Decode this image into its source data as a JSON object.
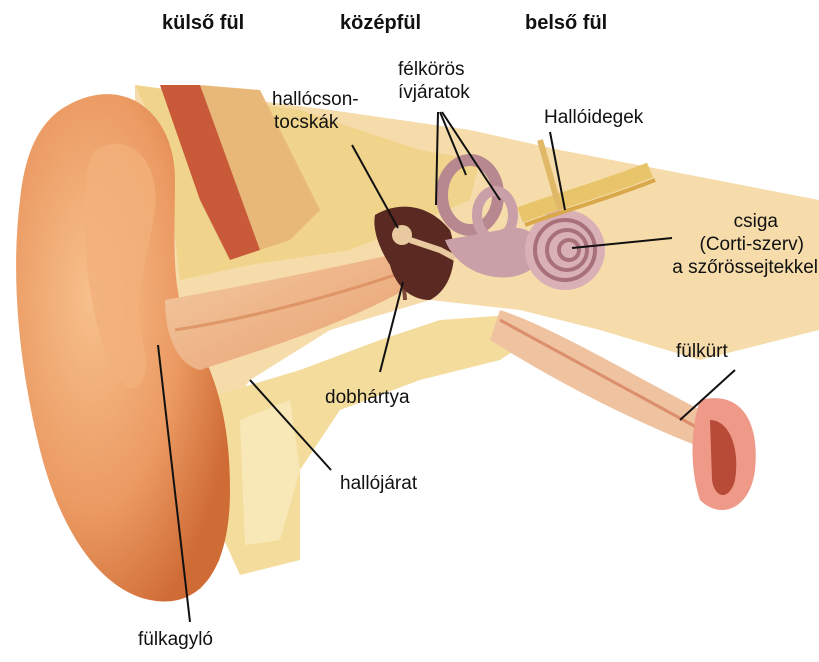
{
  "headers": {
    "outer": "külső fül",
    "middle": "középfül",
    "inner": "belső fül"
  },
  "labels": {
    "ossicles": [
      "hallócson-",
      "tocskák"
    ],
    "canals": [
      "félkörös",
      "ívjáratok"
    ],
    "nerves": "Hallóidegek",
    "cochlea": [
      "csiga",
      "(Corti-szerv)",
      "a szőrössejtekkel"
    ],
    "eustachian": "fülkürt",
    "eardrum": "dobhártya",
    "canal": "hallójárat",
    "pinna": "fülkagyló"
  },
  "colors": {
    "skin": "#f0a873",
    "skin_dark": "#d9773f",
    "bone": "#f2d690",
    "bone_light": "#f8e8b0",
    "muscle": "#c85a3a",
    "inner_ear": "#c9a0a8",
    "background_tissue": "#f6dcaa",
    "line": "#111111"
  }
}
